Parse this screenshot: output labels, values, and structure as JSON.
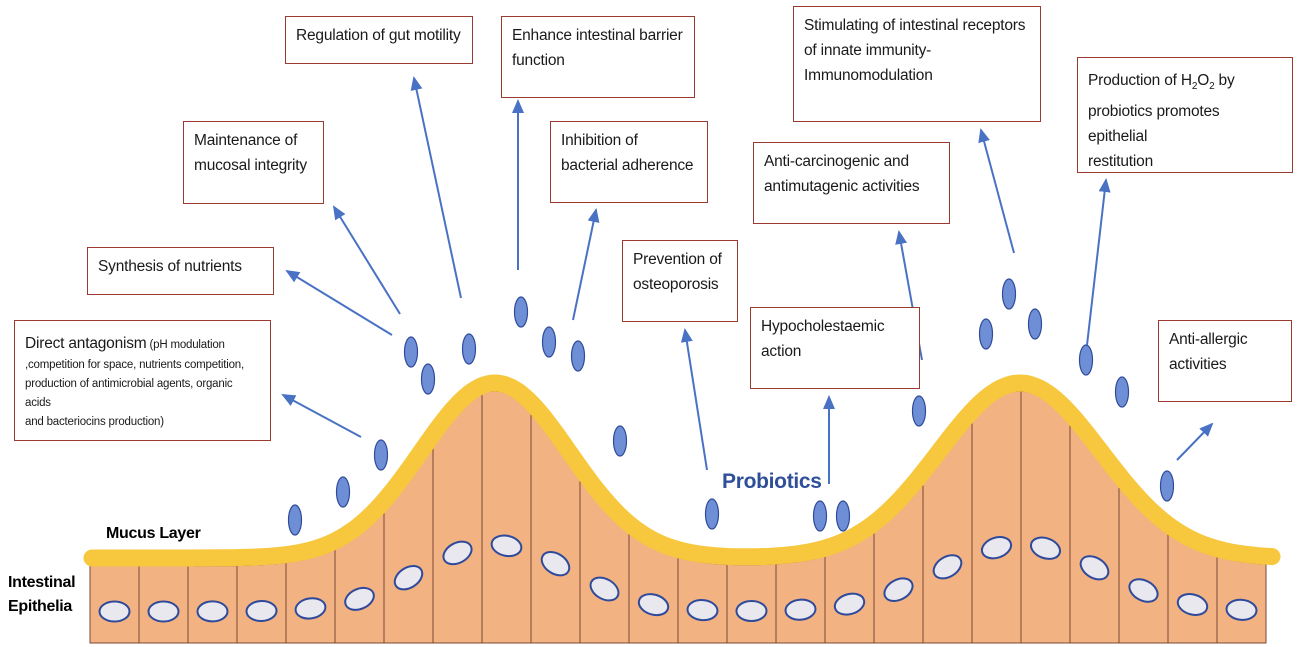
{
  "labels": {
    "probiotics": "Probiotics",
    "mucus_layer": "Mucus Layer",
    "intestinal_epithelia_line1": "Intestinal",
    "intestinal_epithelia_line2": "Epithelia"
  },
  "boxes": {
    "gut_motility": "Regulation of gut motility",
    "barrier_line1": "Enhance intestinal barrier",
    "barrier_line2": "function",
    "receptors_line1": "Stimulating of intestinal receptors",
    "receptors_line2": "of innate immunity-",
    "receptors_line3": "Immunomodulation",
    "h2o2_pre": "Production of H",
    "h2o2_sub1": "2",
    "h2o2_mid": "O",
    "h2o2_sub2": "2",
    "h2o2_post": " by",
    "h2o2_line2": "probiotics promotes epithelial",
    "h2o2_line3": "restitution",
    "mucosal_line1": "Maintenance of",
    "mucosal_line2": "mucosal integrity",
    "adherence_line1": "Inhibition of",
    "adherence_line2": "bacterial adherence",
    "carcino_line1": "Anti-carcinogenic and",
    "carcino_line2": "antimutagenic activities",
    "nutrients": "Synthesis of nutrients",
    "osteo_line1": "Prevention of",
    "osteo_line2": "osteoporosis",
    "hypochol_line1": "Hypocholestaemic",
    "hypochol_line2": "action",
    "antagonism_big": "Direct antagonism",
    "antagonism_small1": " (pH modulation",
    "antagonism_small2": ",competition for space, nutrients competition,",
    "antagonism_small3": "production of antimicrobial agents, organic acids",
    "antagonism_small4": "and bacteriocins production)",
    "allergic_line1": "Anti-allergic",
    "allergic_line2": "activities"
  },
  "colors": {
    "box_border": "#9b3b2f",
    "arrow": "#4a72c4",
    "mucus": "#f7c73d",
    "cell_fill": "#f2b282",
    "cell_stroke": "#7a4a35",
    "nucleus_fill": "#e8e8ee",
    "nucleus_stroke": "#2f4a9a",
    "probiotic_fill": "#6e8fd6",
    "probiotic_stroke": "#2f4a9a",
    "probiotics_text": "#2f4f9a"
  }
}
